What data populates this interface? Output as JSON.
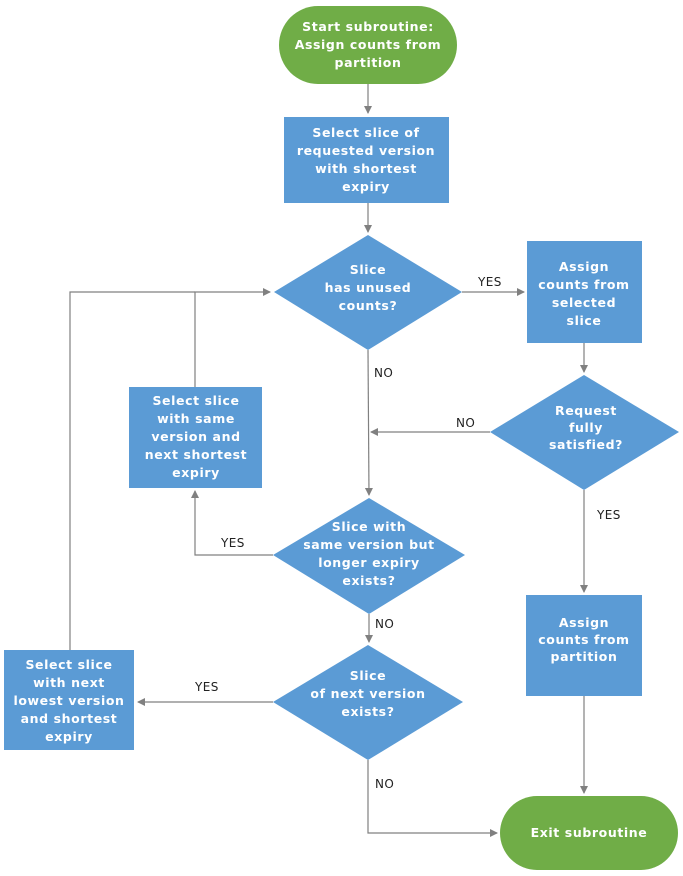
{
  "colors": {
    "terminal": "#70ad47",
    "process": "#5b9bd5",
    "connector": "#808080"
  },
  "nodes": {
    "start": {
      "lines": [
        "Start subroutine:",
        "Assign counts from",
        "partition"
      ]
    },
    "select_requested": {
      "lines": [
        "Select slice of",
        "requested version",
        "with shortest",
        "expiry"
      ]
    },
    "has_unused": {
      "lines": [
        "Slice",
        "has unused",
        "counts?"
      ]
    },
    "assign_selected": {
      "lines": [
        "Assign",
        "counts from",
        "selected",
        "slice"
      ]
    },
    "fully_satisfied": {
      "lines": [
        "Request",
        "fully",
        "satisfied?"
      ]
    },
    "select_same_version": {
      "lines": [
        "Select slice",
        "with same",
        "version and",
        "next shortest",
        "expiry"
      ]
    },
    "same_version_longer": {
      "lines": [
        "Slice with",
        "same version but",
        "longer expiry",
        "exists?"
      ]
    },
    "next_version_exists": {
      "lines": [
        "Slice",
        "of next version",
        "exists?"
      ]
    },
    "select_next_lowest": {
      "lines": [
        "Select slice",
        "with next",
        "lowest version",
        "and shortest",
        "expiry"
      ]
    },
    "assign_partition": {
      "lines": [
        "Assign",
        "counts from",
        "partition"
      ]
    },
    "exit": {
      "lines": [
        "Exit subroutine"
      ]
    }
  },
  "edge_labels": {
    "unused_yes": "YES",
    "unused_no": "NO",
    "satisfied_no": "NO",
    "satisfied_yes": "YES",
    "same_version_yes": "YES",
    "same_version_no": "NO",
    "next_version_yes": "YES",
    "next_version_no": "NO"
  }
}
